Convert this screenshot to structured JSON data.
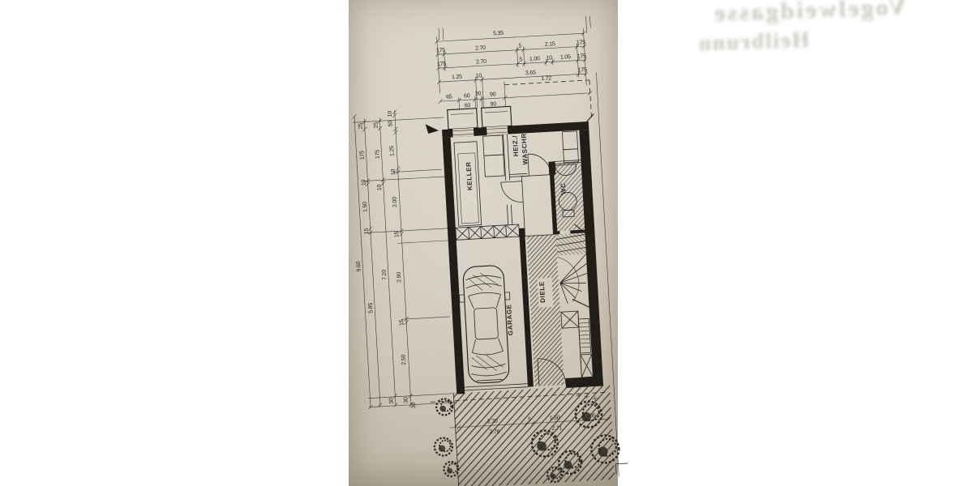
{
  "photo": {
    "paper_color": "#d8d1c4",
    "ink_color": "#2b2823"
  },
  "ghost": {
    "street": "Vogelweidgasse",
    "place": "Heilbrunn"
  },
  "rooms": {
    "keller": "KELLER",
    "heiz_line1": "HEIZ./",
    "heiz_line2": "WASCHR.",
    "wc": "WC",
    "diele": "DIELE",
    "garage": "GARAGE"
  },
  "dims_top": {
    "overall": "5.35",
    "row2": [
      "175",
      "2.70",
      "5",
      "2.15",
      "175"
    ],
    "row3": [
      "175",
      "2.70",
      "5",
      "1.00",
      "10",
      "1.05",
      "175"
    ],
    "row4": [
      "1.25",
      "10",
      "3.65",
      "175"
    ],
    "row5_above": [
      "65",
      "60",
      "30",
      "90"
    ],
    "row5_below": [
      "60",
      "90"
    ],
    "porch": "1.72"
  },
  "dims_left": {
    "overall": "9.60",
    "chain2": [
      "25",
      "175",
      "10",
      "1.50",
      "15",
      "5.85"
    ],
    "chain3": [
      "25",
      "175",
      "10",
      "7.20",
      "30"
    ],
    "chain4": [
      "10",
      "50",
      "1.25",
      "10",
      "2.00",
      "15",
      "2.90",
      "15",
      "2.50",
      "30",
      "30"
    ]
  },
  "dims_bottom": {
    "above": [
      "2.70",
      "5",
      "1.50",
      "95"
    ],
    "below": [
      "2.76",
      "2.71"
    ]
  }
}
